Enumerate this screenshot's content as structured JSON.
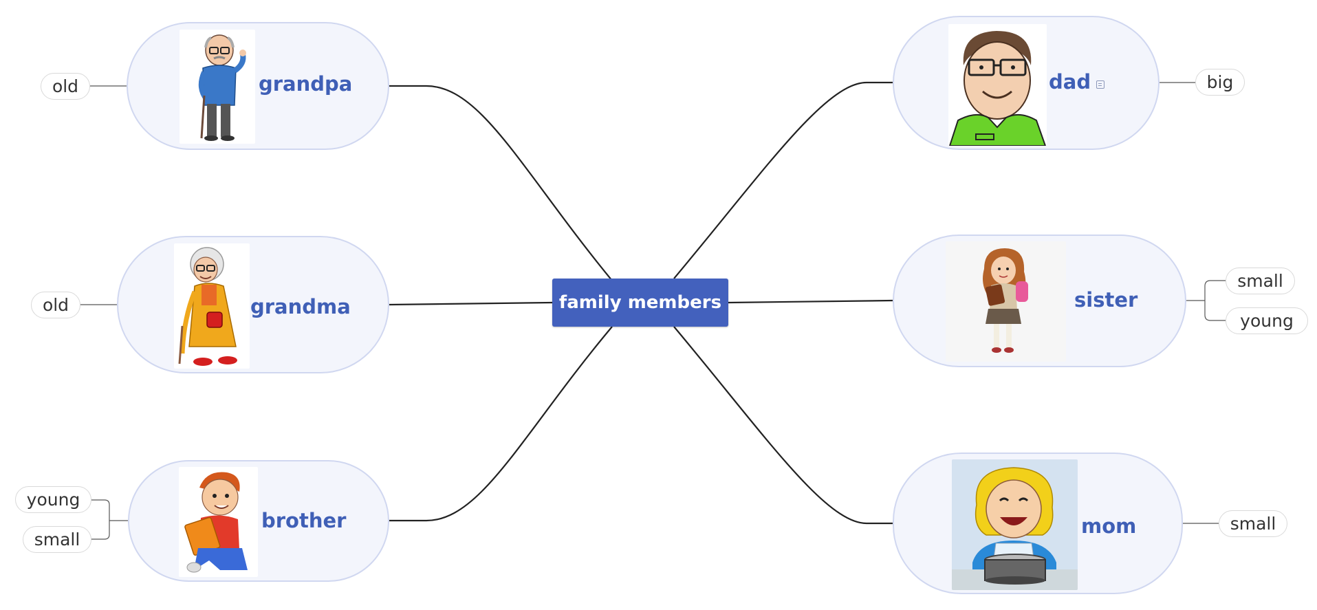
{
  "central": {
    "label": "family members"
  },
  "topics": {
    "grandpa": {
      "label": "grandpa",
      "attributes": [
        "old"
      ]
    },
    "grandma": {
      "label": "grandma",
      "attributes": [
        "old"
      ]
    },
    "brother": {
      "label": "brother",
      "attributes": [
        "young",
        "small"
      ]
    },
    "dad": {
      "label": "dad",
      "attributes": [
        "big"
      ]
    },
    "sister": {
      "label": "sister",
      "attributes": [
        "small",
        "young"
      ]
    },
    "mom": {
      "label": "mom",
      "attributes": [
        "small"
      ]
    }
  },
  "colors": {
    "central_fill": "#4361bd",
    "topic_fill": "#f3f5fc",
    "topic_border": "#d0d7f0",
    "topic_text": "#3f5fb6",
    "connector": "#222222"
  }
}
